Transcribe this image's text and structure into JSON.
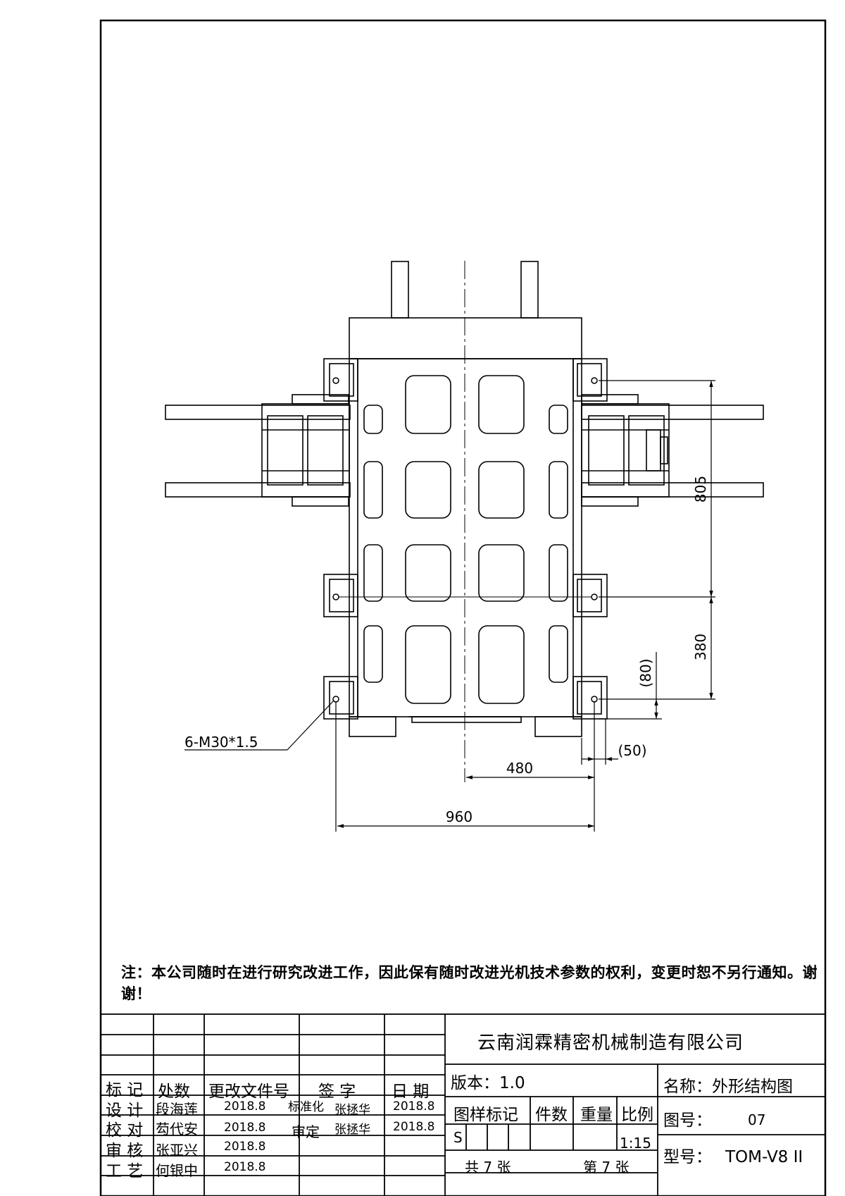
{
  "drawing": {
    "dims": {
      "d805": "805",
      "d380": "380",
      "d80": "(80)",
      "d50": "(50)",
      "d480": "480",
      "d960": "960",
      "thread": "6-M30*1.5"
    },
    "note": "注：本公司随时在进行研究改进工作，因此保有随时改进光机技术参数的权利，变更时恕不另行通知。谢谢！"
  },
  "title_block": {
    "headers": {
      "mark": "标 记",
      "count": "处数",
      "doc": "更改文件号",
      "sign": "签 字",
      "date": "日 期"
    },
    "rows": [
      {
        "role": "设 计",
        "name": "段海莲",
        "date": "2018.8"
      },
      {
        "role": "校 对",
        "name": "芶代安",
        "date": "2018.8"
      },
      {
        "role": "审 核",
        "name": "张亚兴",
        "date": "2018.8"
      },
      {
        "role": "工 艺",
        "name": "何银中",
        "date": "2018.8"
      }
    ],
    "std": {
      "label": "标准化",
      "name": "张拯华",
      "date": "2018.8"
    },
    "approve": {
      "label": "审定",
      "name": "张拯华",
      "date": "2018.8"
    },
    "company": "云南润霖精密机械制造有限公司",
    "version": "版本：1.0",
    "sample_mark": "图样标记",
    "piece_count": "件数",
    "weight": "重量",
    "scale_label": "比例",
    "s_value": "S",
    "scale_value": "1:15",
    "total_sheets": "共 7 张",
    "sheet_no": "第 7 张",
    "name": "名称：外形结构图",
    "drawing_no_label": "图号：",
    "drawing_no": "07",
    "model_label": "型号：",
    "model": "TOM-V8 II"
  }
}
